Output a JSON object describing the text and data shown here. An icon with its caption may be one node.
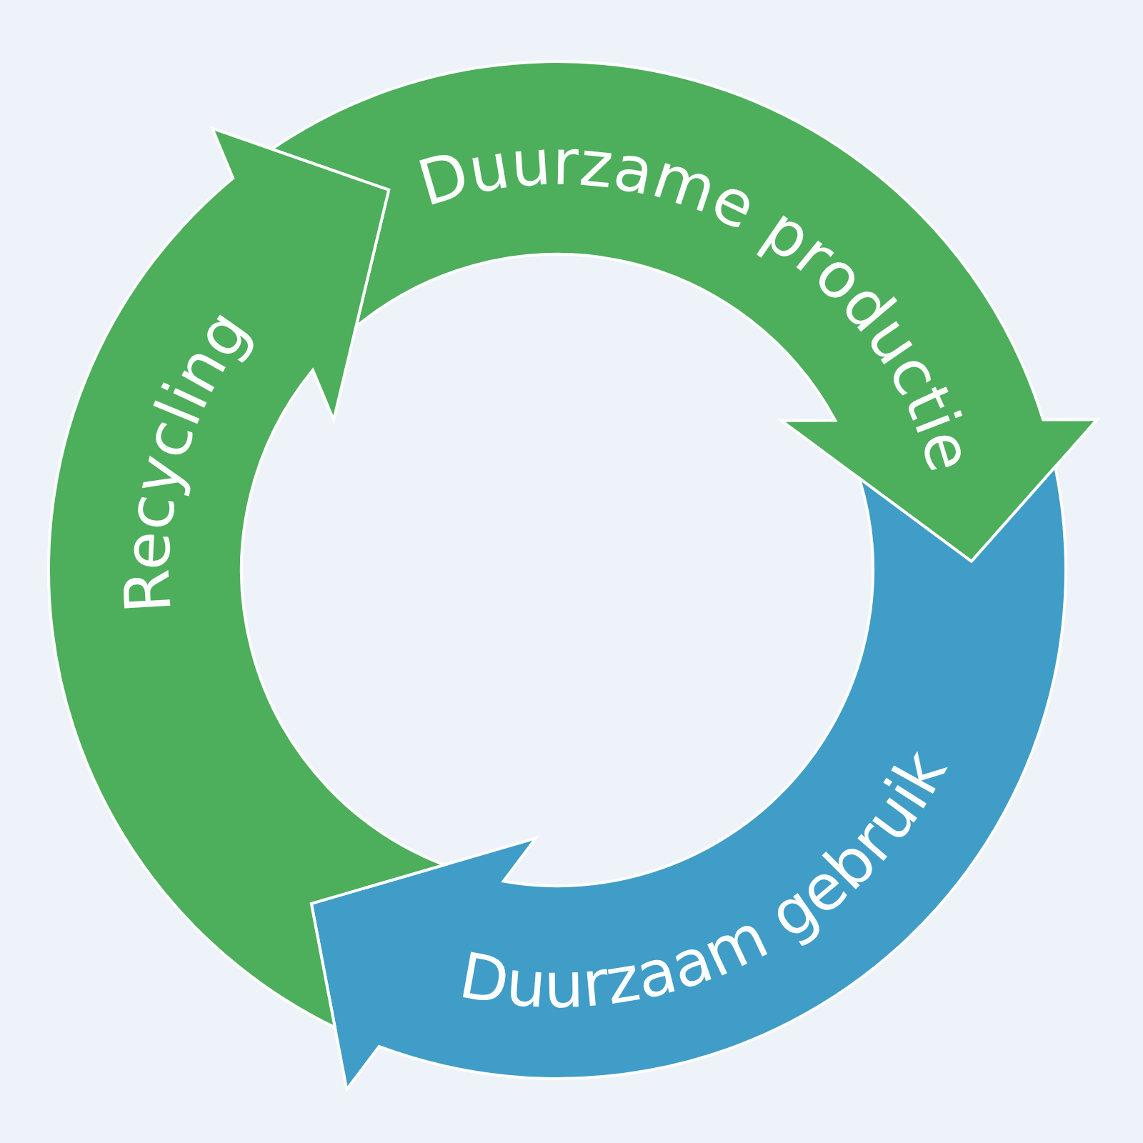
{
  "diagram": {
    "nodes": [
      {
        "text": [
          "Duurzame productie"
        ]
      },
      {
        "text": [
          "Duurzaam gebruik"
        ]
      },
      {
        "text": [
          "Recycling"
        ]
      }
    ]
  }
}
